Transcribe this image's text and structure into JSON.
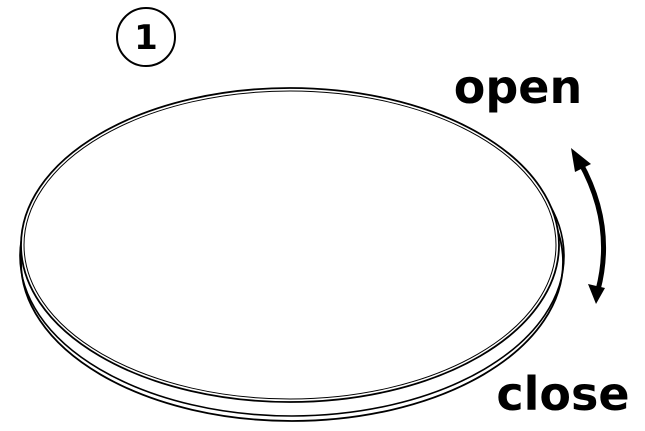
{
  "step": {
    "number": "1"
  },
  "labels": {
    "open": "open",
    "close": "close"
  },
  "colors": {
    "ink": "#000000",
    "background": "#ffffff"
  },
  "icons": {
    "rotation": "double-headed-curved-arrow"
  }
}
